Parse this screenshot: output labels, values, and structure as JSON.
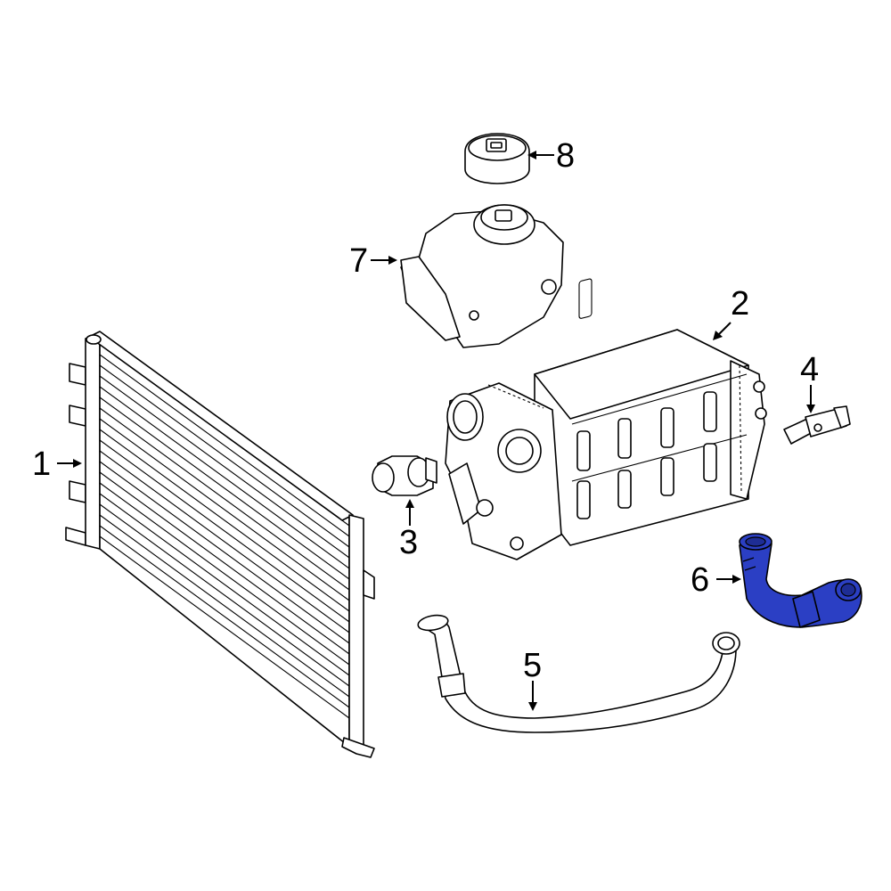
{
  "callouts": [
    {
      "id": "1",
      "label": "1"
    },
    {
      "id": "2",
      "label": "2"
    },
    {
      "id": "3",
      "label": "3"
    },
    {
      "id": "4",
      "label": "4"
    },
    {
      "id": "5",
      "label": "5"
    },
    {
      "id": "6",
      "label": "6"
    },
    {
      "id": "7",
      "label": "7"
    },
    {
      "id": "8",
      "label": "8"
    }
  ],
  "colors": {
    "highlight": "#2b3fc4",
    "line": "#000000",
    "background": "#ffffff"
  }
}
